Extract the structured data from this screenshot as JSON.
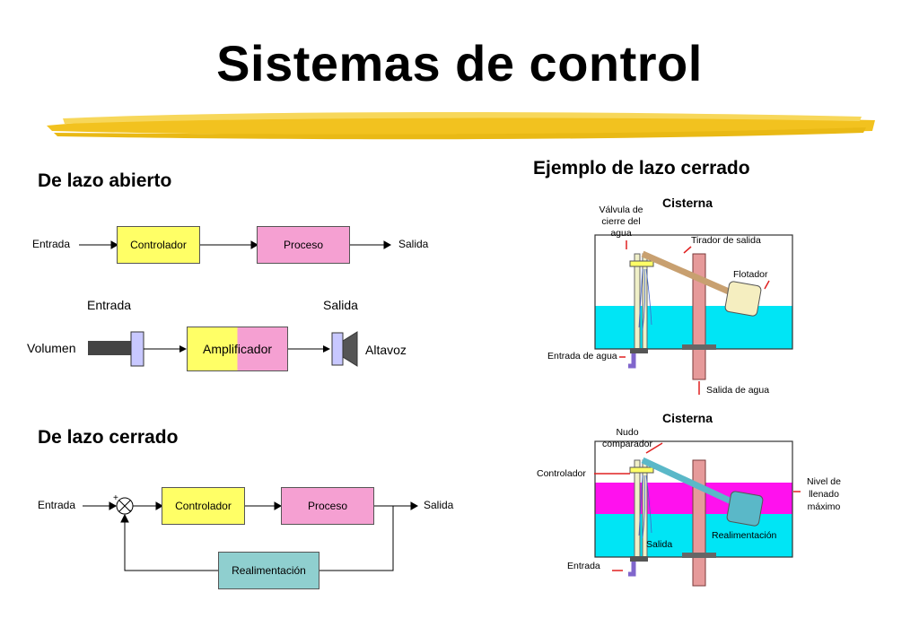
{
  "title": "Sistemas de control",
  "colors": {
    "controller": "#ffff66",
    "process": "#f5a0d2",
    "feedback": "#8fcfcf",
    "water": "#00e5f5",
    "magenta": "#ff11ee",
    "brush": "#f2c21f",
    "speaker_block": "#c8c8ff"
  },
  "open_loop": {
    "heading": "De lazo abierto",
    "diagram1": {
      "input": "Entrada",
      "controller": "Controlador",
      "process": "Proceso",
      "output": "Salida"
    },
    "diagram2": {
      "input_label": "Entrada",
      "output_label": "Salida",
      "source": "Volumen",
      "amplifier": "Amplificador",
      "speaker": "Altavoz"
    }
  },
  "closed_loop": {
    "heading": "De lazo cerrado",
    "diagram": {
      "input": "Entrada",
      "comparator_signs": [
        "+",
        "-"
      ],
      "controller": "Controlador",
      "process": "Proceso",
      "output": "Salida",
      "feedback": "Realimentación"
    }
  },
  "example": {
    "heading": "Ejemplo de lazo cerrado",
    "cistern1": {
      "title": "Cisterna",
      "valve": [
        "Válvula de",
        "cierre del",
        "agua"
      ],
      "pull": "Tirador de salida",
      "float": "Flotador",
      "water_in": "Entrada de agua",
      "water_out": "Salida de agua"
    },
    "cistern2": {
      "title": "Cisterna",
      "node": [
        "Nudo",
        "comparador"
      ],
      "controller": "Controlador",
      "level": [
        "Nivel de",
        "llenado",
        "máximo"
      ],
      "output": "Salida",
      "feedback": "Realimentación",
      "input": "Entrada"
    }
  }
}
